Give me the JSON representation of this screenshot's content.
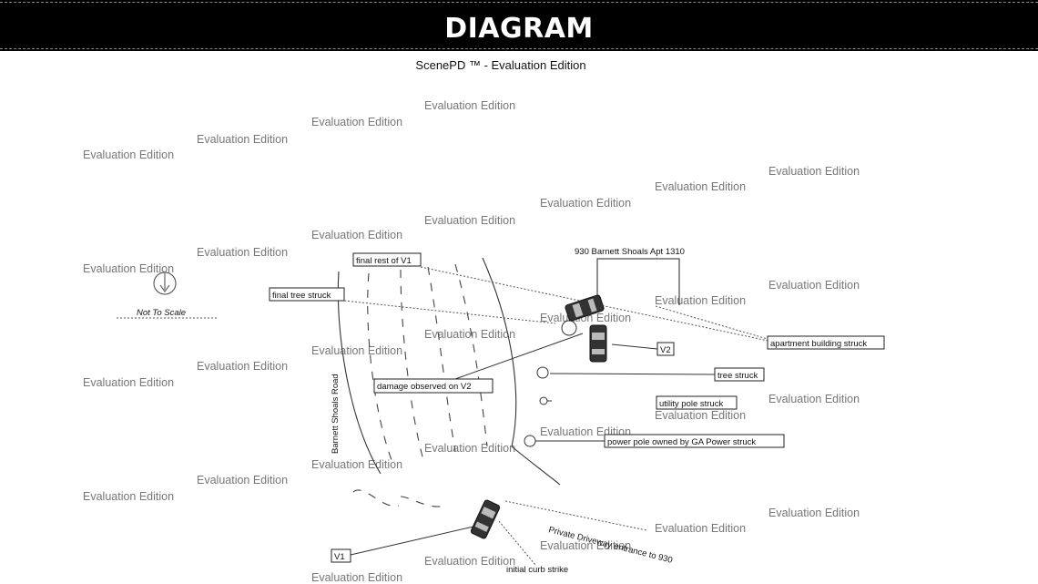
{
  "header": {
    "title": "DIAGRAM"
  },
  "subtitle": "ScenePD ™ - Evaluation Edition",
  "watermark": "Evaluation Edition",
  "scale_note": "Not To Scale",
  "road_name": "Barnett Shoals Road",
  "driveway_label": "Private Driveway entrance to 930",
  "address_label": "930 Barnett Shoals Apt 1310",
  "labels": {
    "final_rest_v1": "final rest of V1",
    "final_tree": "final tree struck",
    "apartment": "apartment building struck",
    "v2": "V2",
    "v1": "V1",
    "tree": "tree struck",
    "utility_pole": "utility pole struck",
    "power_pole": "power pole owned by GA Power struck",
    "damage_v2": "damage observed on V2",
    "curb": "initial curb strike"
  },
  "colors": {
    "banner": "#000000",
    "vehicle": "#333333"
  }
}
